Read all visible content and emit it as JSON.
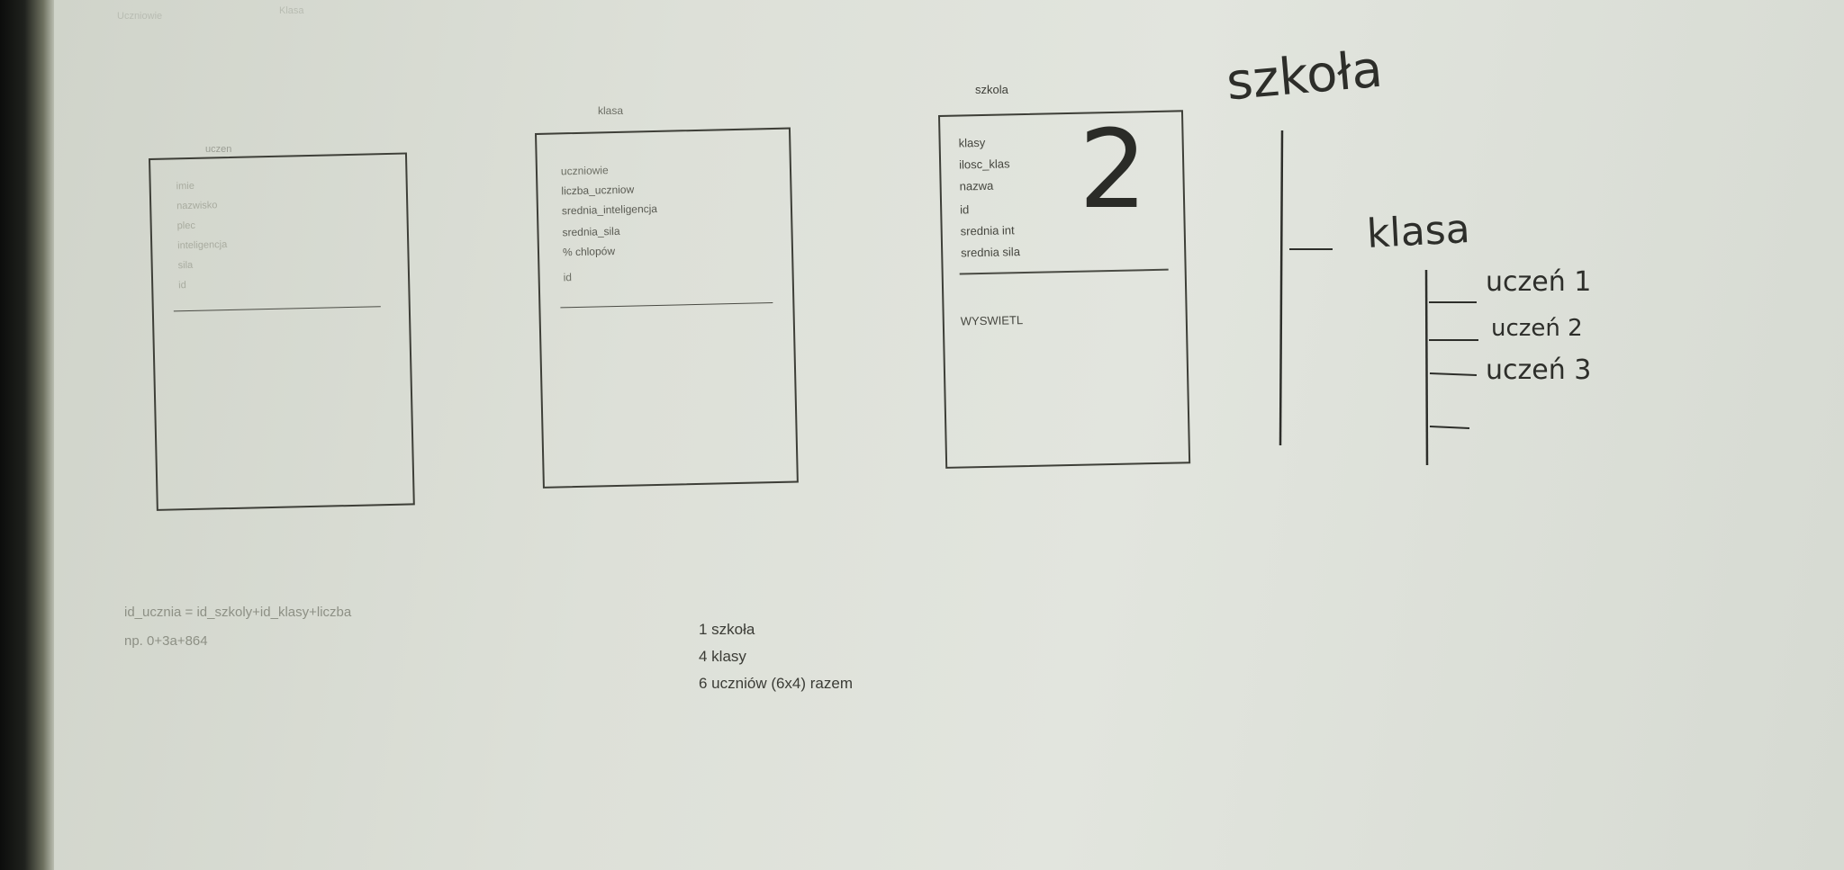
{
  "window": {
    "faint_menu": [
      "Uczniowie",
      "Klasa"
    ]
  },
  "uczen": {
    "title": "uczen",
    "fields": [
      "imie",
      "nazwisko",
      "plec",
      "inteligencja",
      "sila",
      "id"
    ]
  },
  "klasa": {
    "title": "klasa",
    "fields": [
      "uczniowie",
      "liczba_uczniow",
      "srednia_inteligencja",
      "srednia_sila",
      "% chlopów",
      "id"
    ]
  },
  "szkola": {
    "title": "szkola",
    "fields": [
      "klasy",
      "ilosc_klas",
      "nazwa",
      "id",
      "srednia int",
      "srednia sila"
    ],
    "method": "WYSWIETL"
  },
  "notes": {
    "formula_line1": "id_ucznia = id_szkoly+id_klasy+liczba",
    "formula_line2": "np. 0+3a+864",
    "summary": [
      "1 szkoła",
      "4 klasy",
      "6 uczniów (6x4) razem"
    ]
  },
  "handwriting": {
    "root": "szkoła",
    "branch": "klasa",
    "leaves": [
      "uczeń 1",
      "uczeń 2",
      "uczeń 3"
    ],
    "bracket_number": "2"
  }
}
